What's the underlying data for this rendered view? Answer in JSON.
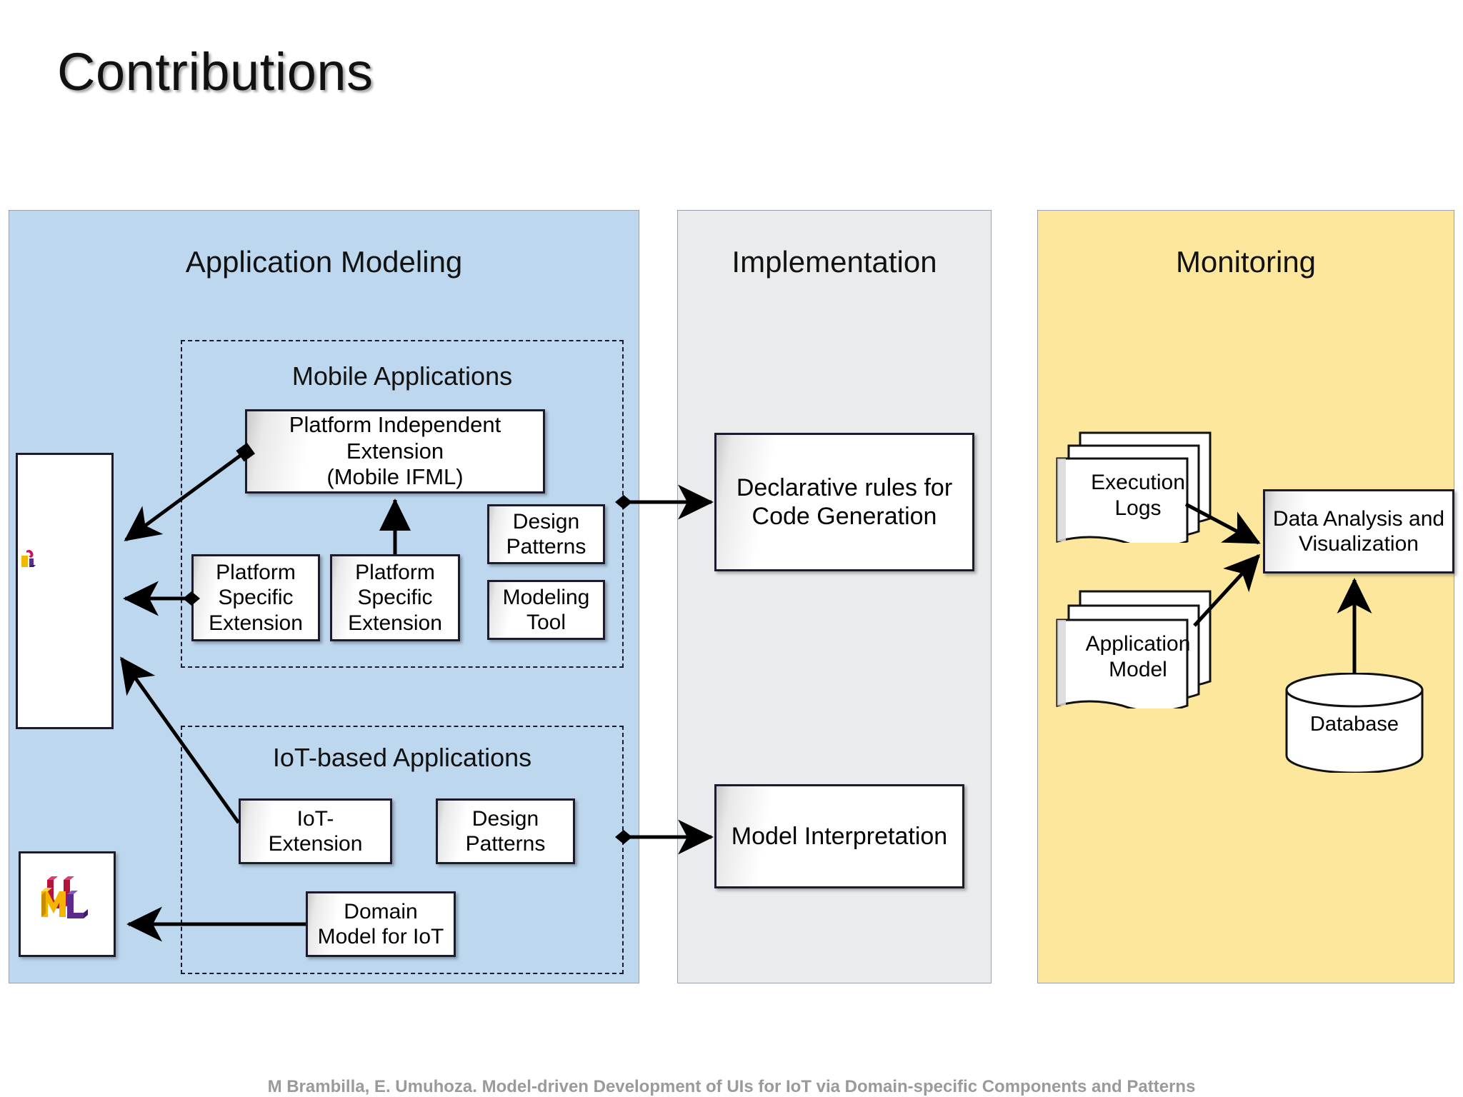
{
  "slide": {
    "title": "Contributions",
    "footer": "M Brambilla, E. Umuhoza. Model-driven Development of UIs for IoT via Domain-specific Components and Patterns"
  },
  "colors": {
    "modeling_panel": "#bdd7ee",
    "implementation_panel": "#eaebec",
    "monitoring_panel": "#fce79d",
    "node_border": "#1b1b2b",
    "footer_text": "#9a9a9a"
  },
  "panels": [
    {
      "id": "modeling",
      "title": "Application Modeling"
    },
    {
      "id": "implementation",
      "title": "Implementation"
    },
    {
      "id": "monitoring",
      "title": "Monitoring"
    }
  ],
  "groups": [
    {
      "id": "mobile",
      "title": "Mobile Applications"
    },
    {
      "id": "iot",
      "title": "IoT-based Applications"
    }
  ],
  "nodes": {
    "platform_independent_extension": {
      "line1": "Platform Independent",
      "line2": "Extension",
      "line3": "(Mobile IFML)"
    },
    "platform_specific_extension_left": {
      "line1": "Platform",
      "line2": "Specific",
      "line3": "Extension"
    },
    "platform_specific_extension_right": {
      "line1": "Platform",
      "line2": "Specific",
      "line3": "Extension"
    },
    "design_patterns_mobile": {
      "line1": "Design",
      "line2": "Patterns"
    },
    "modeling_tool": {
      "line1": "Modeling",
      "line2": "Tool"
    },
    "iot_extension": {
      "line1": "IoT-",
      "line2": "Extension"
    },
    "design_patterns_iot": {
      "line1": "Design",
      "line2": "Patterns"
    },
    "domain_model_iot": {
      "line1": "Domain",
      "line2": "Model for IoT"
    },
    "declarative_rules": {
      "line1": "Declarative rules for",
      "line2": "Code Generation"
    },
    "model_interpretation": {
      "line1": "Model Interpretation"
    },
    "data_analysis": {
      "line1": "Data Analysis and",
      "line2": "Visualization"
    },
    "execution_logs": {
      "line1": "Execution",
      "line2": "Logs"
    },
    "application_model": {
      "line1": "Application",
      "line2": "Model"
    },
    "database": {
      "line1": "Database"
    }
  },
  "icons": {
    "ifml_logo": "ifml-logo-icon",
    "uml_logo": "uml-logo-icon",
    "execution_logs_docs": "document-stack-icon",
    "application_model_docs": "document-stack-icon",
    "database_cylinder": "database-cylinder-icon"
  }
}
